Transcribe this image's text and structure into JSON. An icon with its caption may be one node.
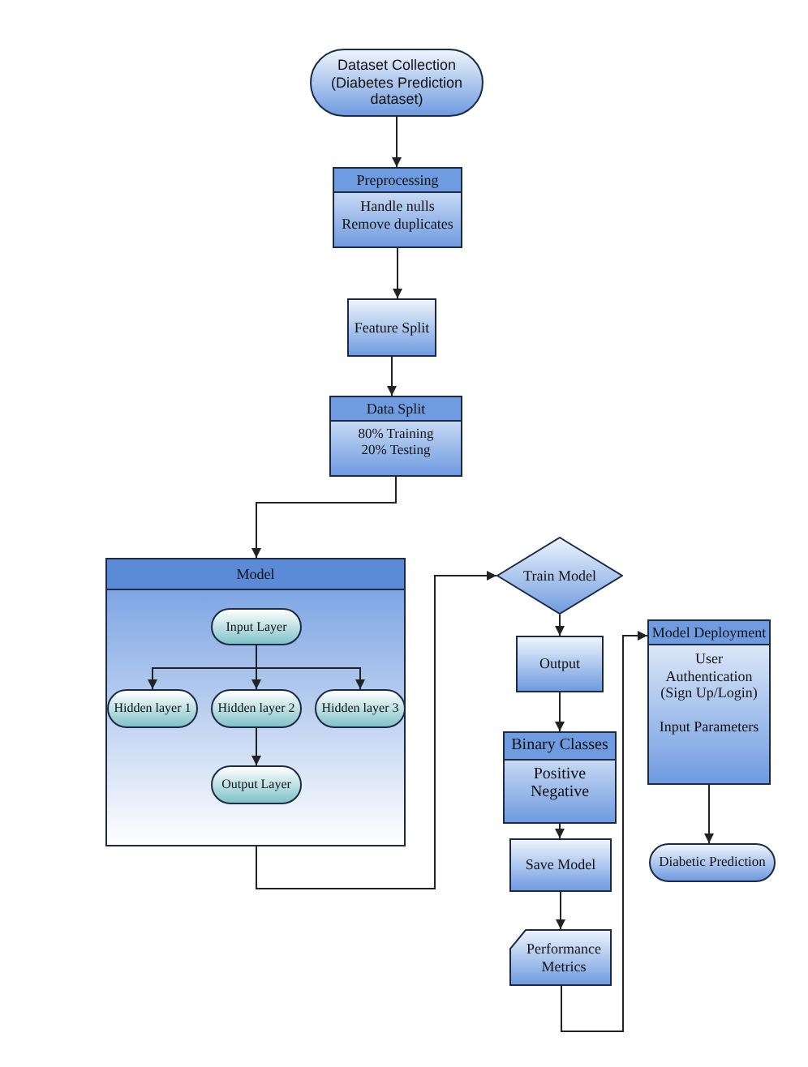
{
  "diagram": {
    "nodes": [
      {
        "text": [
          "Dataset Collection (Diabetes Prediction dataset)"
        ]
      },
      {
        "text": [
          "Preprocessing",
          "Handle nulls Remove duplicates"
        ]
      },
      {
        "text": [
          "Feature Split"
        ]
      },
      {
        "text": [
          "Data Split",
          "80% Training 20% Testing"
        ]
      },
      {
        "text": [
          "Model"
        ]
      },
      {
        "text": [
          "Input Layer"
        ],
        "in": 4
      },
      {
        "text": [
          "Hidden layer 1"
        ],
        "in": 4
      },
      {
        "text": [
          "Hidden layer 2"
        ],
        "in": 4
      },
      {
        "text": [
          "Hidden layer 3"
        ],
        "in": 4
      },
      {
        "text": [
          "Output Layer"
        ],
        "in": 4
      },
      {
        "text": [
          "Train Model"
        ]
      },
      {
        "text": [
          "Output"
        ]
      },
      {
        "text": [
          "Binary Classes",
          "Positive Negative"
        ]
      },
      {
        "text": [
          "Save Model"
        ]
      },
      {
        "text": [
          "Performance Metrics"
        ]
      },
      {
        "text": [
          "Model Deployment",
          "User Authentication (Sign Up/Login)",
          "Input Parameters"
        ]
      },
      {
        "text": [
          "Diabetic Prediction"
        ]
      }
    ],
    "edges": [
      {
        "from": 0,
        "to": 1,
        "arrow": "to"
      },
      {
        "from": 1,
        "to": 2,
        "arrow": "to"
      },
      {
        "from": 2,
        "to": 3,
        "arrow": "to"
      },
      {
        "from": 3,
        "to": 4,
        "arrow": "to"
      },
      {
        "from": 5,
        "to": 6,
        "arrow": "to"
      },
      {
        "from": 5,
        "to": 7,
        "arrow": "to"
      },
      {
        "from": 5,
        "to": 8,
        "arrow": "to"
      },
      {
        "from": 7,
        "to": 9,
        "arrow": "to"
      },
      {
        "from": 4,
        "to": 10,
        "arrow": "to"
      },
      {
        "from": 10,
        "to": 11,
        "arrow": "to"
      },
      {
        "from": 11,
        "to": 12,
        "arrow": "to"
      },
      {
        "from": 12,
        "to": 13,
        "arrow": "to"
      },
      {
        "from": 13,
        "to": 14,
        "arrow": "to"
      },
      {
        "from": 14,
        "to": 15,
        "arrow": "to"
      },
      {
        "from": 15,
        "to": 16,
        "arrow": "to"
      }
    ]
  }
}
